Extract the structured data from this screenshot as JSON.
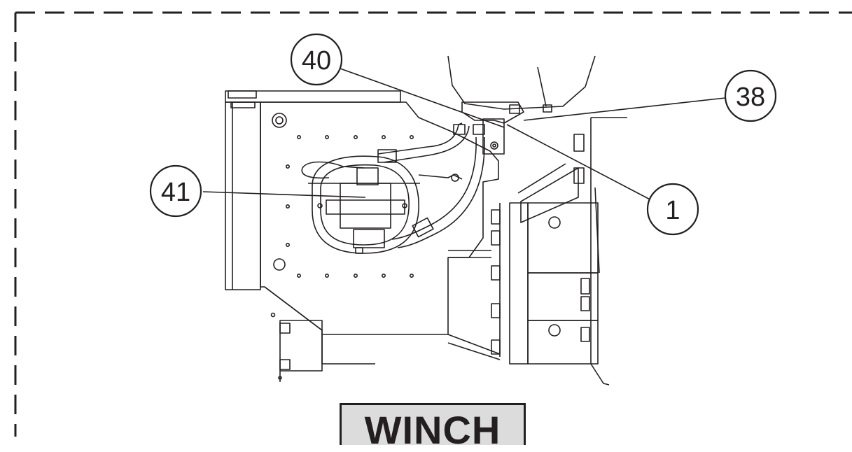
{
  "diagram": {
    "section_label": "WINCH",
    "callouts": [
      {
        "id": "40",
        "label": "40"
      },
      {
        "id": "38",
        "label": "38"
      },
      {
        "id": "41",
        "label": "41"
      },
      {
        "id": "1",
        "label": "1"
      }
    ],
    "colors": {
      "line": "#231f20",
      "label_box_fill": "#dcdcdc",
      "background": "#ffffff"
    }
  }
}
